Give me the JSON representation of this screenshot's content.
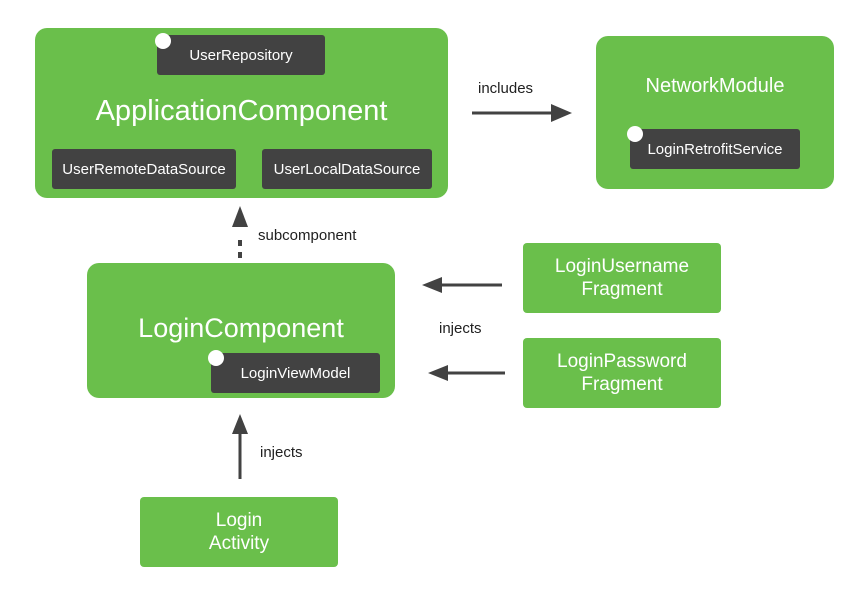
{
  "colors": {
    "box": "#6abf4b",
    "chip": "#424242",
    "arrow": "#424242",
    "text": "#ffffff",
    "label": "#212121"
  },
  "application_component": {
    "title": "ApplicationComponent",
    "user_repository": "UserRepository",
    "user_remote_data_source": "UserRemoteDataSource",
    "user_local_data_source": "UserLocalDataSource"
  },
  "network_module": {
    "title": "NetworkModule",
    "login_retrofit_service": "LoginRetrofitService"
  },
  "login_component": {
    "title": "LoginComponent",
    "login_view_model": "LoginViewModel"
  },
  "login_username_fragment": {
    "title": "LoginUsername\nFragment"
  },
  "login_password_fragment": {
    "title": "LoginPassword\nFragment"
  },
  "login_activity": {
    "title": "Login\nActivity"
  },
  "edges": {
    "includes": "includes",
    "subcomponent": "subcomponent",
    "injects_fragments": "injects",
    "injects_activity": "injects"
  }
}
